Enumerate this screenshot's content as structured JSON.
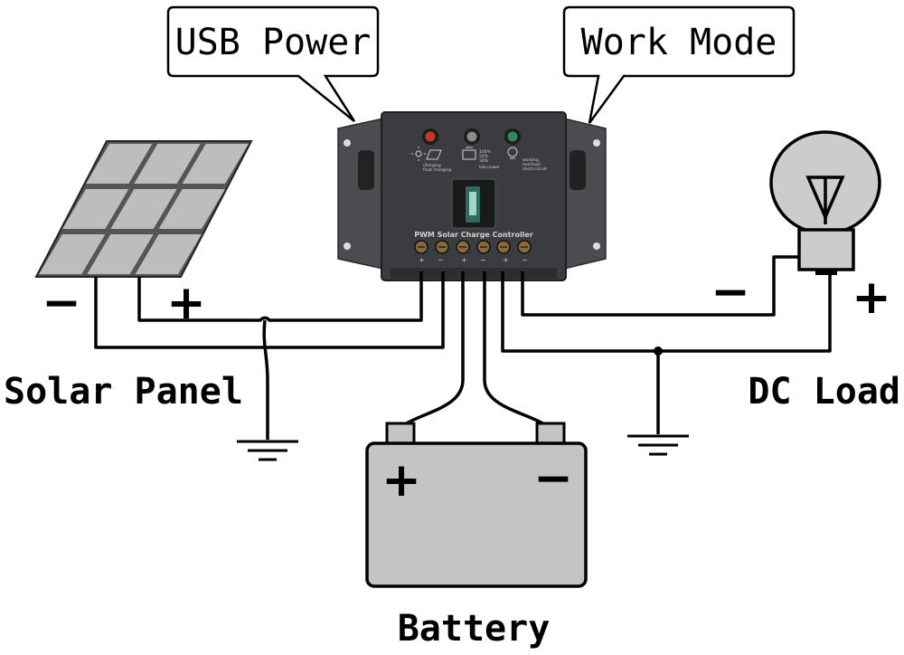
{
  "callouts": {
    "usb_power": "USB Power",
    "work_mode": "Work Mode"
  },
  "labels": {
    "solar_panel": "Solar Panel",
    "dc_load": "DC Load",
    "battery": "Battery"
  },
  "signs": {
    "plus": "+",
    "minus": "−"
  },
  "controller": {
    "title": "PWM Solar Charge Controller",
    "indicators": [
      {
        "name": "charging-led",
        "color": "#c0392b",
        "captions": [
          "charging",
          "float charging"
        ]
      },
      {
        "name": "battery-led",
        "color": "#8a8a8a",
        "captions": [
          "100%",
          "50%",
          "30%",
          "low power"
        ]
      },
      {
        "name": "load-led",
        "color": "#2e8b57",
        "captions": [
          "working",
          "overload",
          "short-circuit"
        ]
      }
    ]
  },
  "colors": {
    "controller_body": "#3a3c40",
    "panel_cell": "#bdbdbd",
    "battery_fill": "#c4c4c4",
    "bulb_fill": "#cccccc"
  }
}
